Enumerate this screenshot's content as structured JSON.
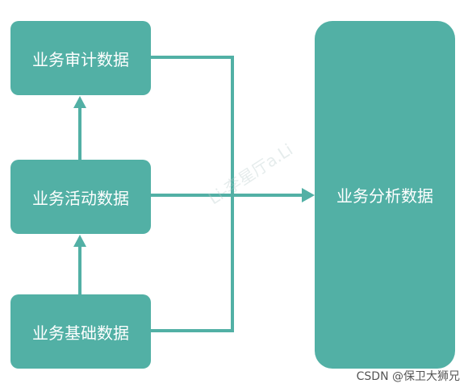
{
  "nodes": {
    "audit": "业务审计数据",
    "activity": "业务活动数据",
    "basic": "业务基础数据",
    "analysis": "业务分析数据"
  },
  "watermark": "Li-李星厅a.Li",
  "credit": "CSDN @保卫大狮兄",
  "colors": {
    "node_fill": "#52b0a5",
    "connector": "#52b0a5",
    "node_text": "#ffffff"
  }
}
